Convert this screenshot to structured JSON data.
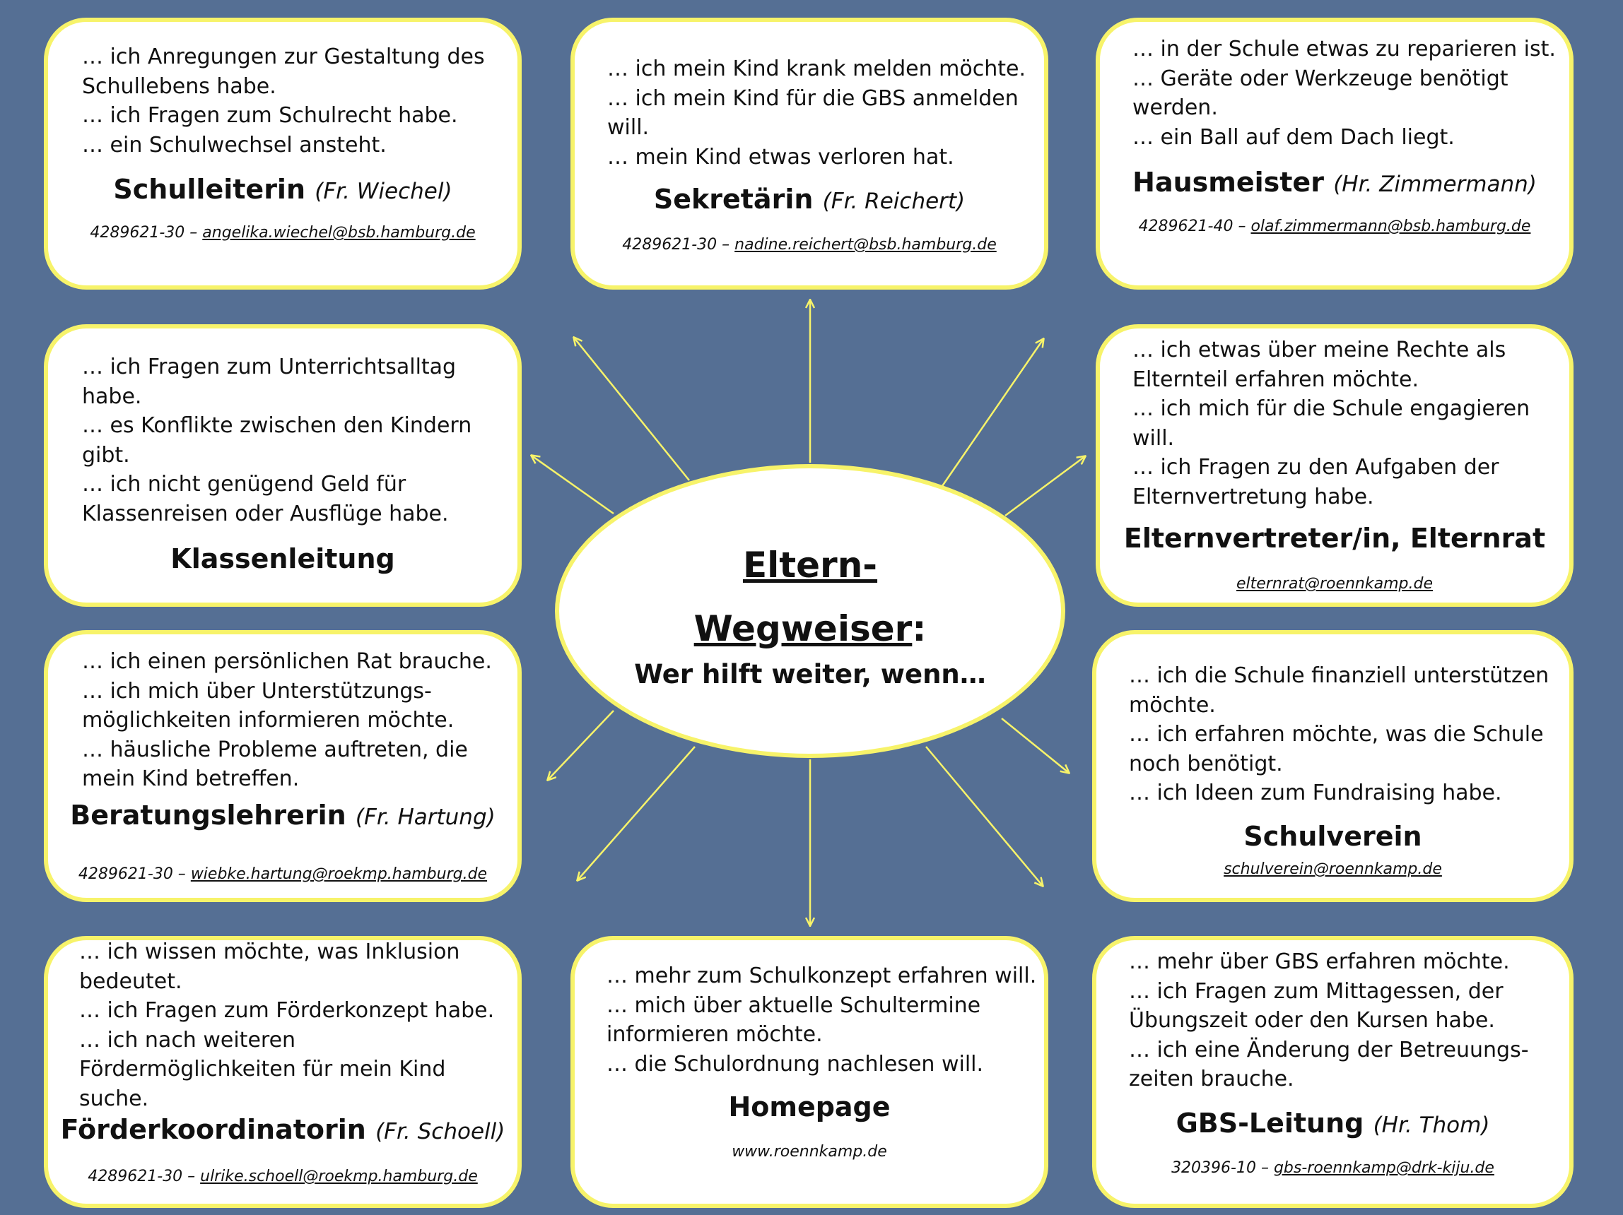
{
  "center": {
    "heading_line1": "Eltern-",
    "heading_line2": "Wegweiser",
    "heading_colon": ":",
    "subheading": "Wer hilft weiter, wenn…"
  },
  "cards": [
    {
      "lines": [
        "… ich Anregungen zur Gestaltung des",
        "Schullebens habe.",
        "… ich Fragen zum Schulrecht habe.",
        "… ein Schulwechsel ansteht."
      ],
      "title": "Schulleiterin",
      "person": "(Fr. Wiechel)",
      "phone": "4289621-30  – ",
      "email": "angelika.wiechel@bsb.hamburg.de"
    },
    {
      "lines": [
        "… ich mein Kind krank melden möchte.",
        "… ich mein Kind für die GBS anmelden",
        "will.",
        "… mein Kind etwas verloren hat."
      ],
      "title": "Sekretärin",
      "person": "(Fr. Reichert)",
      "phone": "4289621-30 – ",
      "email": "nadine.reichert@bsb.hamburg.de"
    },
    {
      "lines": [
        "… in der Schule etwas zu reparieren ist.",
        "… Geräte oder Werkzeuge benötigt",
        "werden.",
        "… ein Ball auf dem Dach liegt."
      ],
      "title": "Hausmeister",
      "person": "(Hr. Zimmermann)",
      "phone": "4289621-40 – ",
      "email": "olaf.zimmermann@bsb.hamburg.de"
    },
    {
      "lines": [
        "… ich Fragen zum Unterrichtsalltag",
        "habe.",
        "… es Konflikte zwischen den Kindern",
        "gibt.",
        "… ich nicht genügend Geld für",
        "Klassenreisen oder Ausflüge habe."
      ],
      "title": "Klassenleitung",
      "person": "",
      "phone": "",
      "email": ""
    },
    {
      "lines": [
        "… ich etwas über meine Rechte als",
        "Elternteil erfahren möchte.",
        "… ich mich für die Schule engagieren",
        "will.",
        "… ich Fragen zu den Aufgaben  der",
        "Elternvertretung habe."
      ],
      "title": "Elternvertreter/in, Elternrat",
      "person": "",
      "phone": "",
      "email": "elternrat@roennkamp.de"
    },
    {
      "lines": [
        "… ich  einen persönlichen Rat brauche.",
        "… ich mich über  Unterstützungs-",
        "möglichkeiten  informieren möchte.",
        "… häusliche Probleme auftreten, die",
        "mein Kind betreffen."
      ],
      "title": "Beratungslehrerin",
      "person": "(Fr. Hartung)",
      "phone": "4289621-30 – ",
      "email": "wiebke.hartung@roekmp.hamburg.de"
    },
    {
      "lines": [
        "… ich die Schule finanziell unterstützen",
        "möchte.",
        "… ich erfahren möchte, was die Schule",
        "noch benötigt.",
        "… ich Ideen zum Fundraising habe."
      ],
      "title": "Schulverein",
      "person": "",
      "phone": "",
      "email": "schulverein@roennkamp.de"
    },
    {
      "lines": [
        "… ich wissen möchte, was Inklusion",
        "bedeutet.",
        "… ich Fragen zum Förderkonzept habe.",
        "… ich nach weiteren",
        "Fördermöglichkeiten für mein Kind",
        "suche."
      ],
      "title": "Förderkoordinatorin",
      "person": "(Fr. Schoell)",
      "phone": "4289621-30 – ",
      "email": "ulrike.schoell@roekmp.hamburg.de"
    },
    {
      "lines": [
        "… mehr zum Schulkonzept erfahren will.",
        "… mich über aktuelle Schultermine",
        "informieren möchte.",
        "… die Schulordnung nachlesen will."
      ],
      "title": "Homepage",
      "person": "",
      "phone": "www.roennkamp.de",
      "email": ""
    },
    {
      "lines": [
        "… mehr über GBS erfahren möchte.",
        "… ich Fragen zum Mittagessen, der",
        "Übungszeit oder den Kursen  habe.",
        "… ich eine Änderung der Betreuungs-",
        "zeiten brauche."
      ],
      "title": "GBS-Leitung",
      "person": "(Hr. Thom)",
      "phone": "320396-10 – ",
      "email": "gbs-roennkamp@drk-kiju.de"
    }
  ],
  "colors": {
    "background": "#556f94",
    "card_border": "#f7f36a",
    "arrow": "#f7f36a",
    "card_fill": "#ffffff"
  }
}
